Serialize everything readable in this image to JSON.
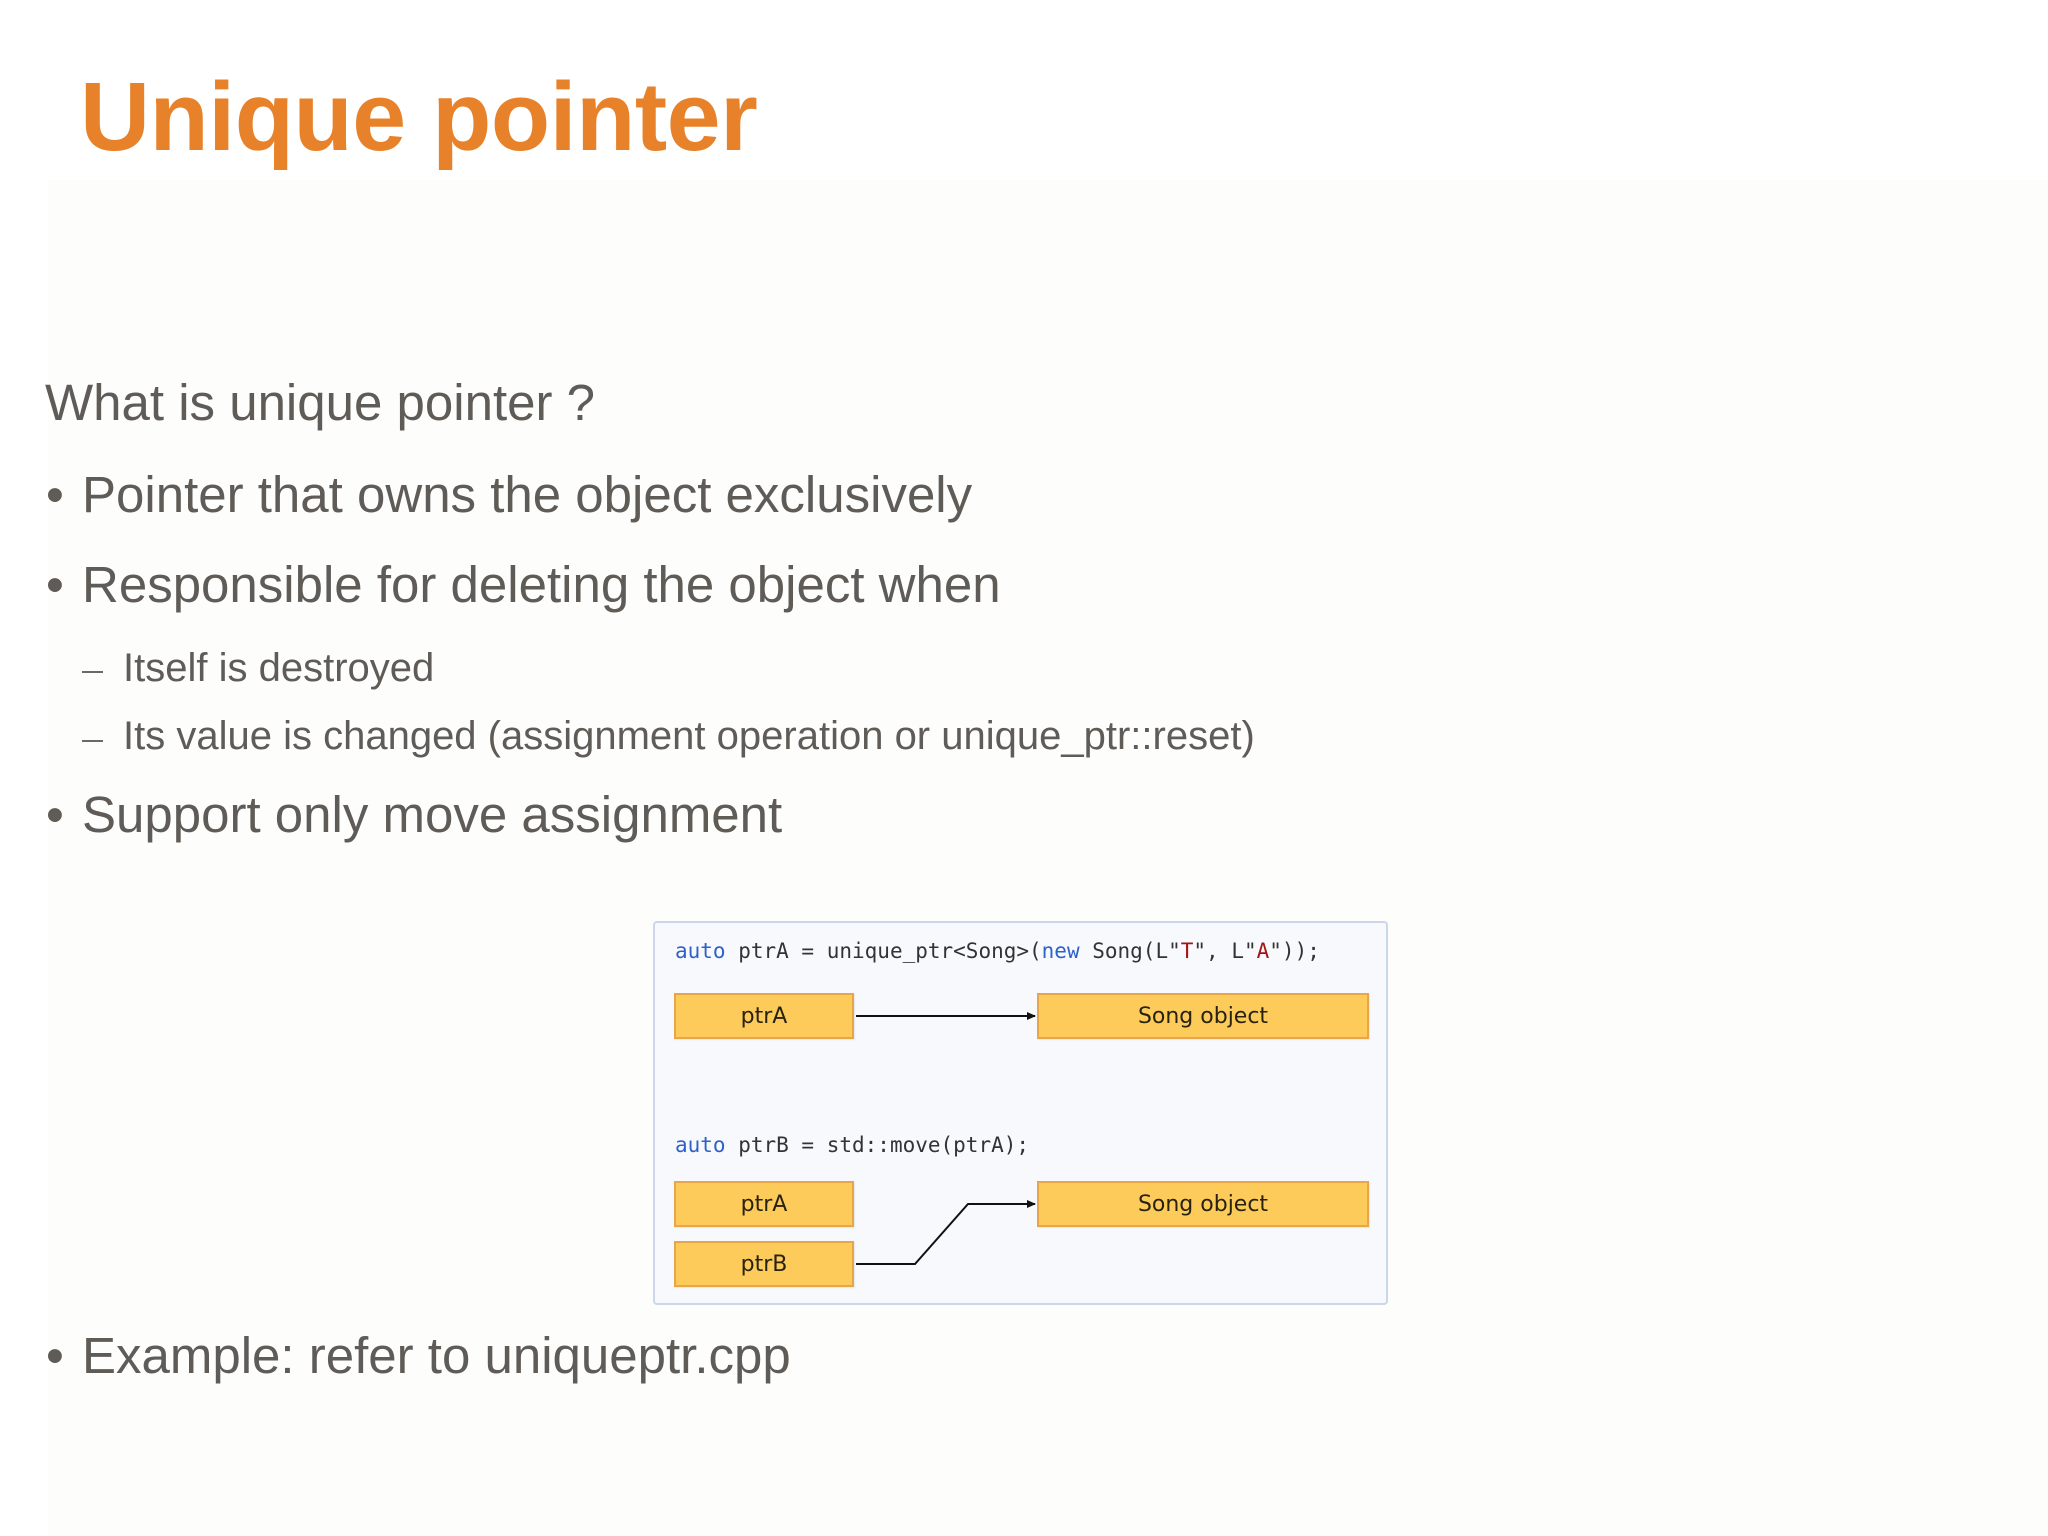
{
  "slide": {
    "title": "Unique pointer",
    "title_color": "#E8822A",
    "text_color": "#5F5B57",
    "intro": "What is unique pointer ?",
    "bullets": [
      {
        "marker": "•",
        "text": "Pointer that owns the object exclusively"
      },
      {
        "marker": "•",
        "text": "Responsible for deleting the object when"
      },
      {
        "marker": "–",
        "text": "Itself is destroyed"
      },
      {
        "marker": "–",
        "text": "Its value is changed (assignment operation or unique_ptr::reset)"
      },
      {
        "marker": "•",
        "text": "Support only move assignment"
      },
      {
        "marker": "•",
        "text": "Example: refer to uniqueptr.cpp"
      }
    ]
  },
  "diagram": {
    "code_line_1": {
      "kw1": "auto",
      "mid1": " ptrA = unique_ptr<Song>(",
      "kw2": "new",
      "mid2": " Song(L\"",
      "str1": "T",
      "mid3": "\", L\"",
      "str2": "A",
      "end": "\"));"
    },
    "code_line_2": {
      "kw1": "auto",
      "rest": " ptrB = std::move(ptrA);"
    },
    "before": {
      "pointer_label": "ptrA",
      "object_label": "Song object"
    },
    "after": {
      "pointer_a_label": "ptrA",
      "pointer_b_label": "ptrB",
      "object_label": "Song object"
    },
    "colors": {
      "box_fill": "#FDCB5A",
      "box_border": "#E9A54A",
      "keyword": "#2E62C8",
      "string": "#A31515",
      "panel_border": "#CCD6EA",
      "panel_fill": "#F7F9FD"
    }
  }
}
